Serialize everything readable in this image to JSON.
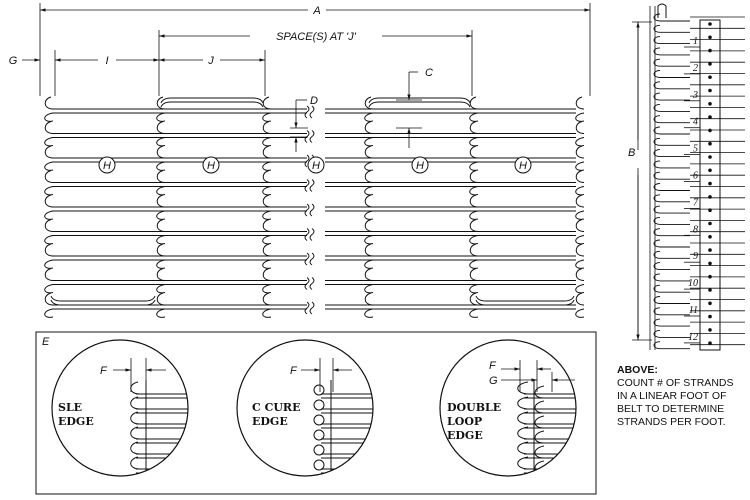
{
  "dimensions": {
    "A": "A",
    "G": "G",
    "I": "I",
    "J": "J",
    "C": "C",
    "D": "D",
    "B": "B",
    "E": "E",
    "F": "F",
    "space_label": "SPACE(S)  AT  'J'",
    "hole_marker": "H"
  },
  "side_view": {
    "strand_numbers": [
      "1",
      "2",
      "3",
      "4",
      "5",
      "6",
      "7",
      "8",
      "9",
      "10",
      "11",
      "12"
    ]
  },
  "edge_details": [
    {
      "line1": "SLE",
      "line2": "EDGE",
      "line3": ""
    },
    {
      "line1": "C  CURE",
      "line2": "EDGE",
      "line3": ""
    },
    {
      "line1": "DOUBLE",
      "line2": "LOOP",
      "line3": "EDGE"
    }
  ],
  "note": {
    "title": "ABOVE:",
    "lines": [
      "COUNT # OF STRANDS",
      "IN A LINEAR FOOT OF",
      "BELT TO DETERMINE",
      "STRANDS PER FOOT."
    ]
  }
}
